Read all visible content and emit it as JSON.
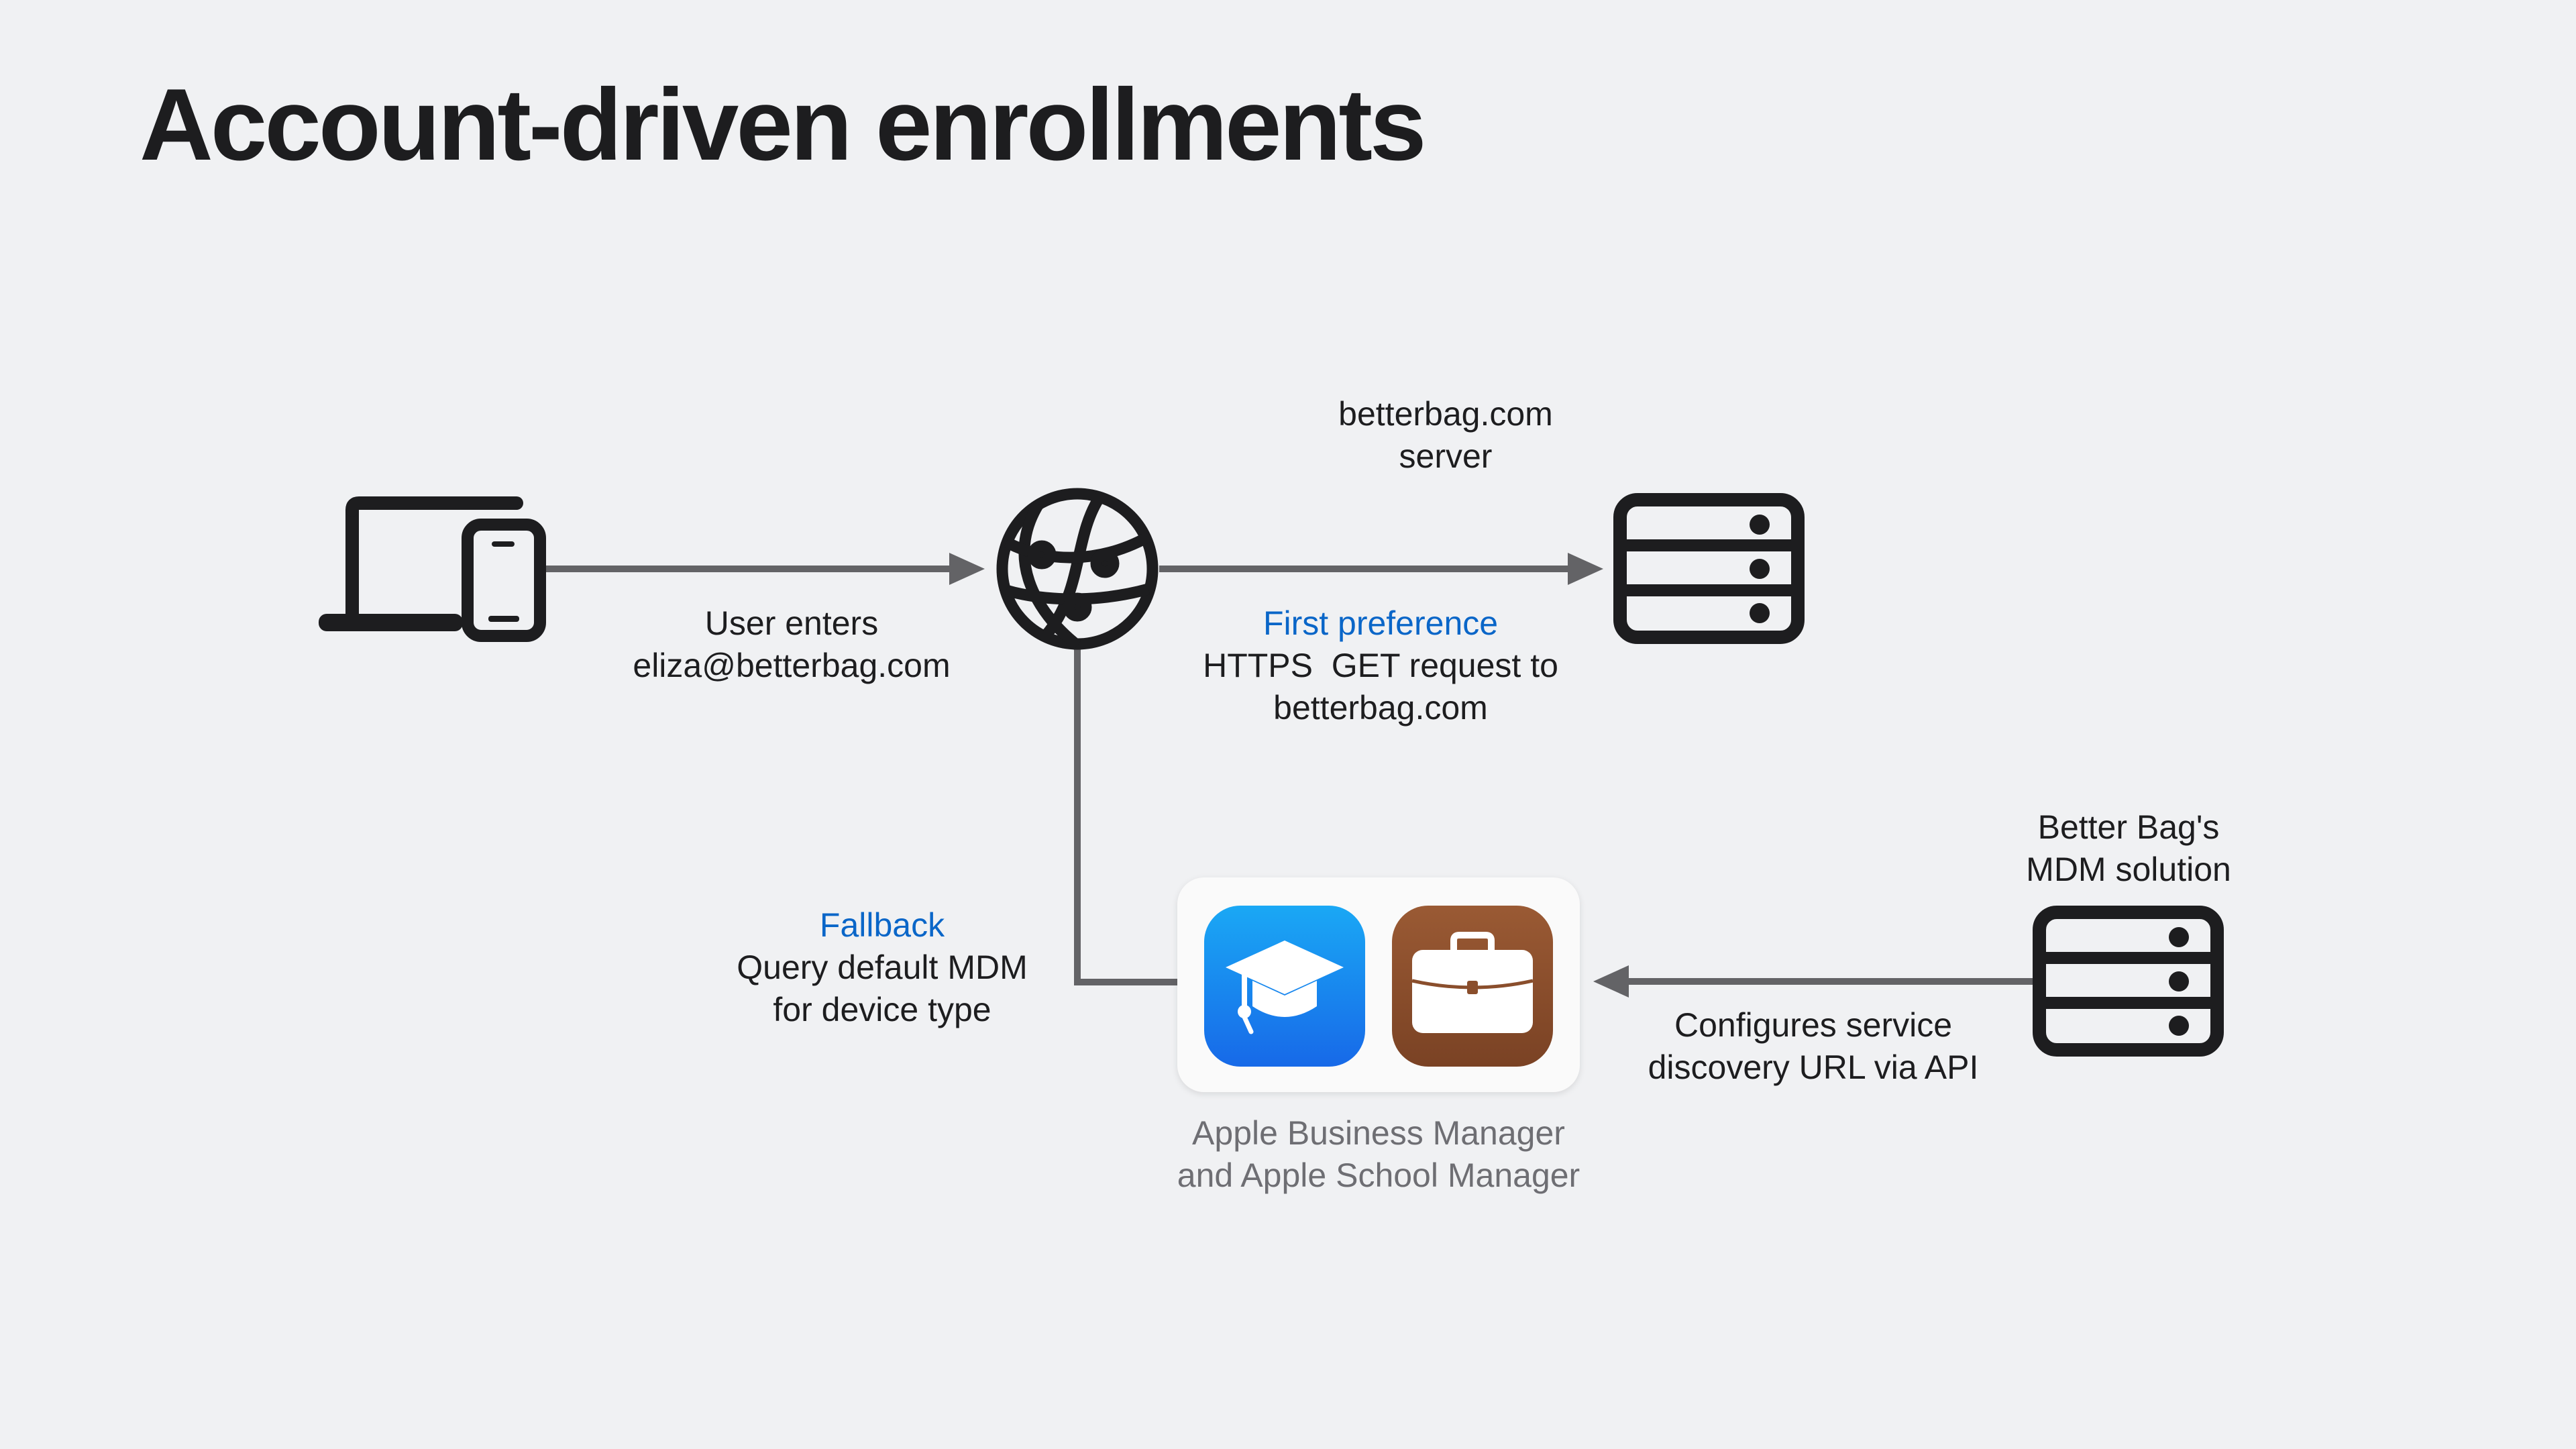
{
  "slide": {
    "title": "Account-driven enrollments"
  },
  "diagram": {
    "device": {
      "icon": "laptop-and-phone-icon",
      "label": [
        "User enters",
        "eliza@betterbag.com"
      ]
    },
    "network": {
      "icon": "globe-icon"
    },
    "server": {
      "icon": "server-rack-icon",
      "caption": [
        "betterbag.com",
        "server"
      ]
    },
    "first_preference": {
      "heading": "First preference",
      "lines": [
        "HTTPS  GET request to",
        "betterbag.com"
      ]
    },
    "fallback": {
      "heading": "Fallback",
      "lines": [
        "Query default MDM",
        "for device type"
      ]
    },
    "managers": {
      "icons": [
        "apple-school-manager-icon",
        "apple-business-manager-icon"
      ],
      "caption": [
        "Apple Business Manager",
        "and Apple School Manager"
      ]
    },
    "mdm": {
      "icon": "server-rack-icon",
      "caption": [
        "Better Bag's",
        "MDM solution"
      ]
    },
    "configure": {
      "lines": [
        "Configures service",
        "discovery URL via API"
      ]
    }
  },
  "colors": {
    "background": "#f0f1f3",
    "text": "#1d1d1f",
    "accent_blue": "#0a66c8",
    "arrow": "#636366",
    "caption_grey": "#6e6e73",
    "school_blue": "#1e88f0",
    "business_brown": "#8a4e2c"
  }
}
